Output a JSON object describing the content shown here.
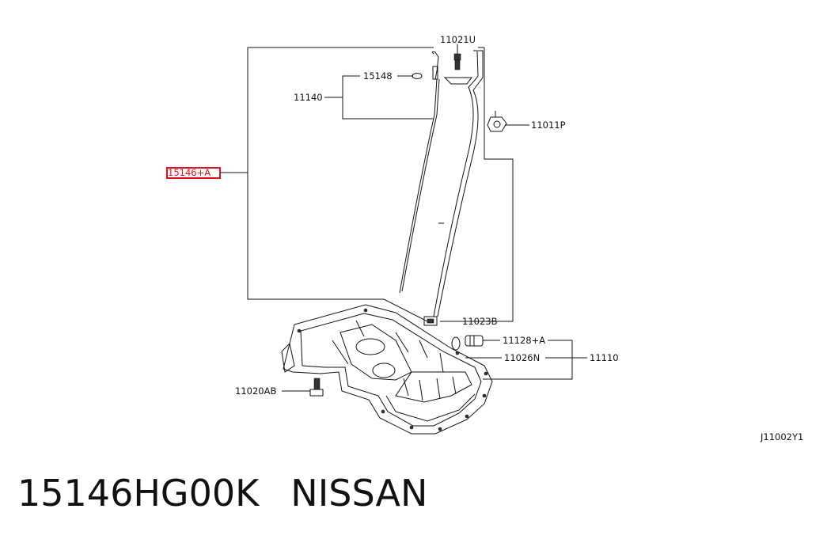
{
  "labels": {
    "l_11021U": "11021U",
    "l_15148": "15148",
    "l_11140": "11140",
    "l_11011P": "11011P",
    "l_15146A": "15146+A",
    "l_11023B": "11023B",
    "l_11128A": "11128+A",
    "l_11026N": "11026N",
    "l_11110": "11110",
    "l_11020AB": "11020AB",
    "diagram_code": "J11002Y1"
  },
  "caption": {
    "part_number": "15146HG00K",
    "brand": "NISSAN"
  },
  "colors": {
    "highlight": "#e0101e",
    "line": "#111111"
  }
}
